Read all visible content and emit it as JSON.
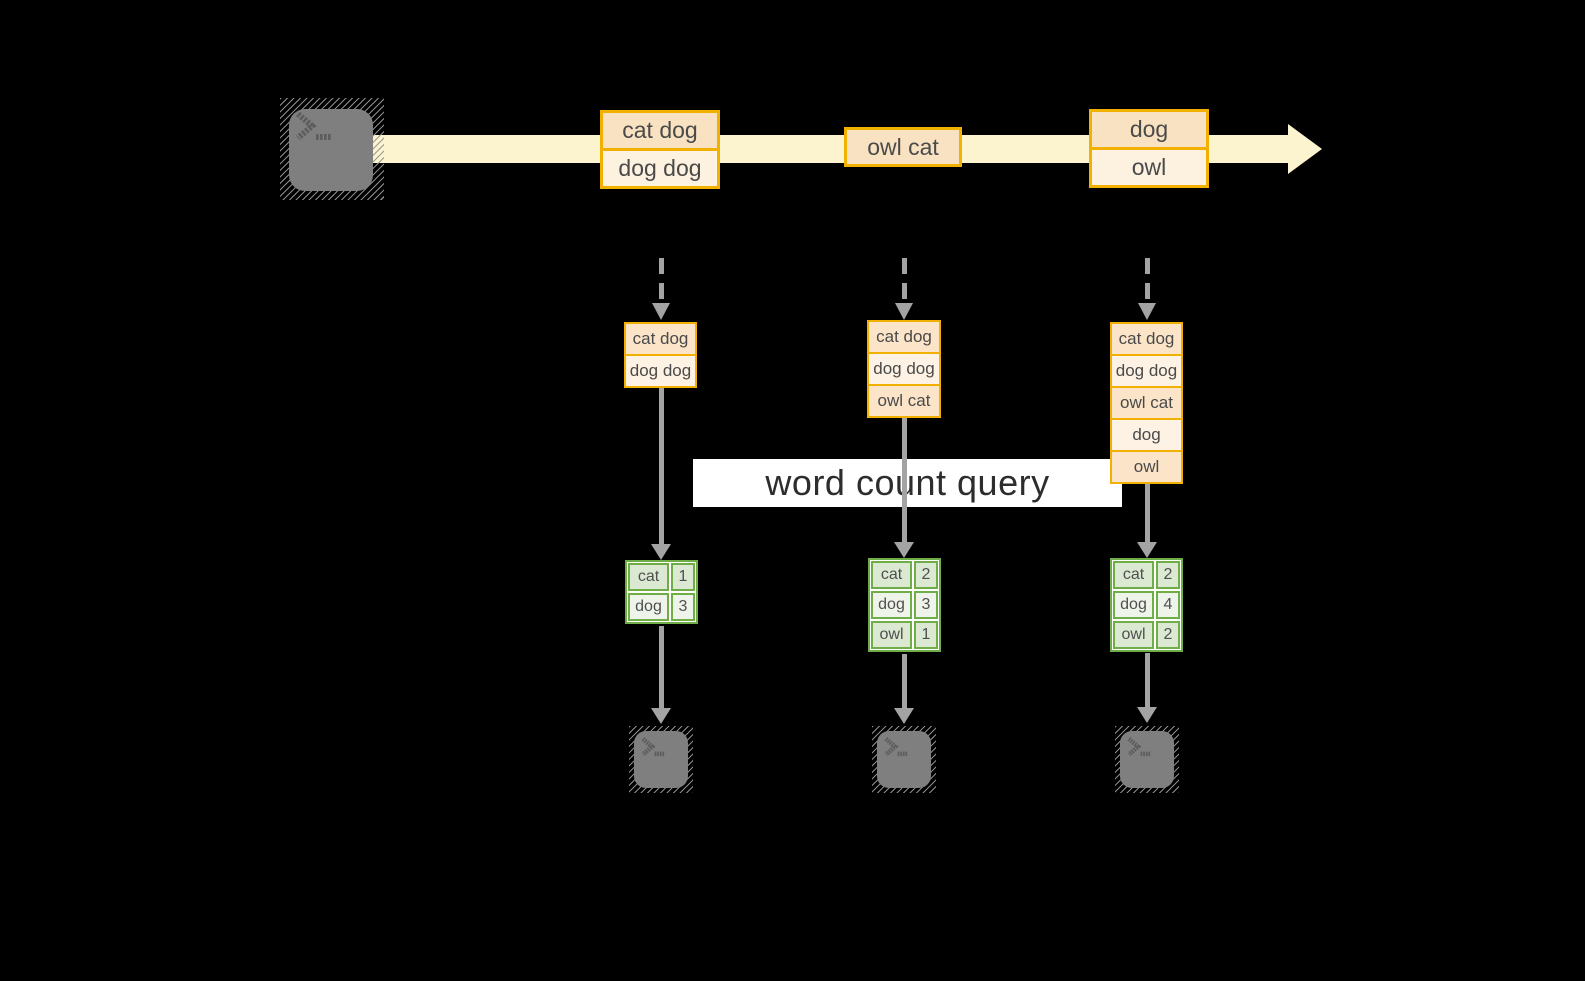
{
  "banner": {
    "label": "word count query"
  },
  "stream": {
    "events": [
      {
        "rows": [
          "cat dog",
          "dog dog"
        ]
      },
      {
        "rows": [
          "owl cat"
        ]
      },
      {
        "rows": [
          "dog",
          "owl"
        ]
      }
    ]
  },
  "batches": [
    {
      "rows": [
        "cat dog",
        "dog dog"
      ]
    },
    {
      "rows": [
        "cat dog",
        "dog dog",
        "owl cat"
      ]
    },
    {
      "rows": [
        "cat dog",
        "dog dog",
        "owl cat",
        "dog",
        "owl"
      ]
    }
  ],
  "counts": [
    {
      "rows": [
        {
          "word": "cat",
          "count": "1"
        },
        {
          "word": "dog",
          "count": "3"
        }
      ]
    },
    {
      "rows": [
        {
          "word": "cat",
          "count": "2"
        },
        {
          "word": "dog",
          "count": "3"
        },
        {
          "word": "owl",
          "count": "1"
        }
      ]
    },
    {
      "rows": [
        {
          "word": "cat",
          "count": "2"
        },
        {
          "word": "dog",
          "count": "4"
        },
        {
          "word": "owl",
          "count": "2"
        }
      ]
    }
  ],
  "icons": {
    "source": "terminal-icon",
    "sinks": [
      "terminal-icon",
      "terminal-icon",
      "terminal-icon"
    ]
  },
  "colors": {
    "background": "#000000",
    "stream_band": "#FCF3CF",
    "amber_border": "#F2B100",
    "peach_fill": "#FBE4C8",
    "cream_fill": "#FDF2E3",
    "green_border": "#6FAE46",
    "green_cell": "#DCE9D2",
    "green_cell_light": "#EFF4EB",
    "arrow_gray": "#A3A3A3",
    "terminal_gray": "#7F7F7F"
  }
}
